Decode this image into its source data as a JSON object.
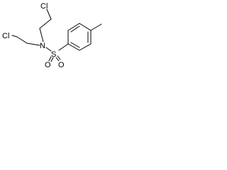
{
  "molecule": {
    "atoms": {
      "cl_top": "Cl",
      "cl_left": "Cl",
      "n": "N",
      "s": "S",
      "o_left": "O",
      "o_right": "O"
    }
  }
}
